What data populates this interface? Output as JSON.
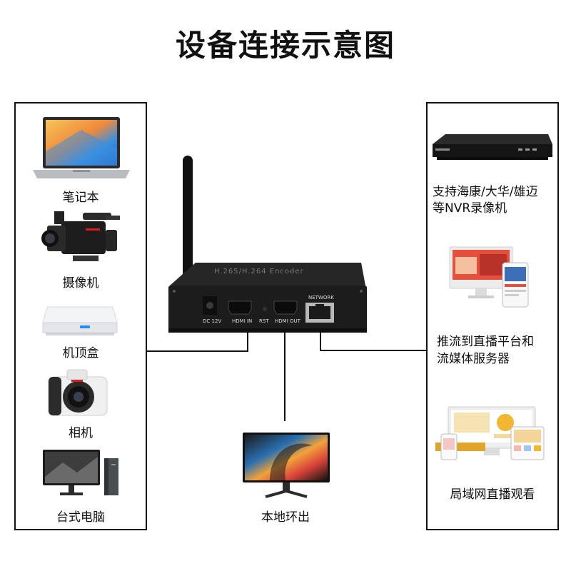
{
  "title": "设备连接示意图",
  "device": {
    "model_text": "H.265/H.264 Encoder",
    "ports": {
      "dc": "DC 12V",
      "hdmi_in": "HDMI IN",
      "rst": "RST",
      "hdmi_out": "HDMI OUT",
      "network": "NETWORK"
    }
  },
  "sources": [
    {
      "label": "笔记本",
      "icon": "laptop-icon"
    },
    {
      "label": "摄像机",
      "icon": "camcorder-icon"
    },
    {
      "label": "机顶盒",
      "icon": "set-top-box-icon"
    },
    {
      "label": "相机",
      "icon": "camera-icon"
    },
    {
      "label": "台式电脑",
      "icon": "desktop-computer-icon"
    }
  ],
  "outputs": [
    {
      "label_line1": "支持海康/大华/雄迈",
      "label_line2": "等NVR录像机",
      "icon": "nvr-icon"
    },
    {
      "label_line1": "推流到直播平台和",
      "label_line2": "流媒体服务器",
      "icon": "streaming-screens-icon"
    },
    {
      "label_line1": "局域网直播观看",
      "label_line2": "",
      "icon": "lan-devices-icon"
    }
  ],
  "monitor": {
    "label": "本地环出",
    "icon": "monitor-icon"
  },
  "colors": {
    "line": "#111111",
    "device_body": "#1c1c1c",
    "laptop_screen": "#f29b4a",
    "camera_accent": "#d81e1e",
    "stb_light": "#2a8bff",
    "streaming_screen": "#e4503b",
    "lan_accent": "#f2b630"
  }
}
